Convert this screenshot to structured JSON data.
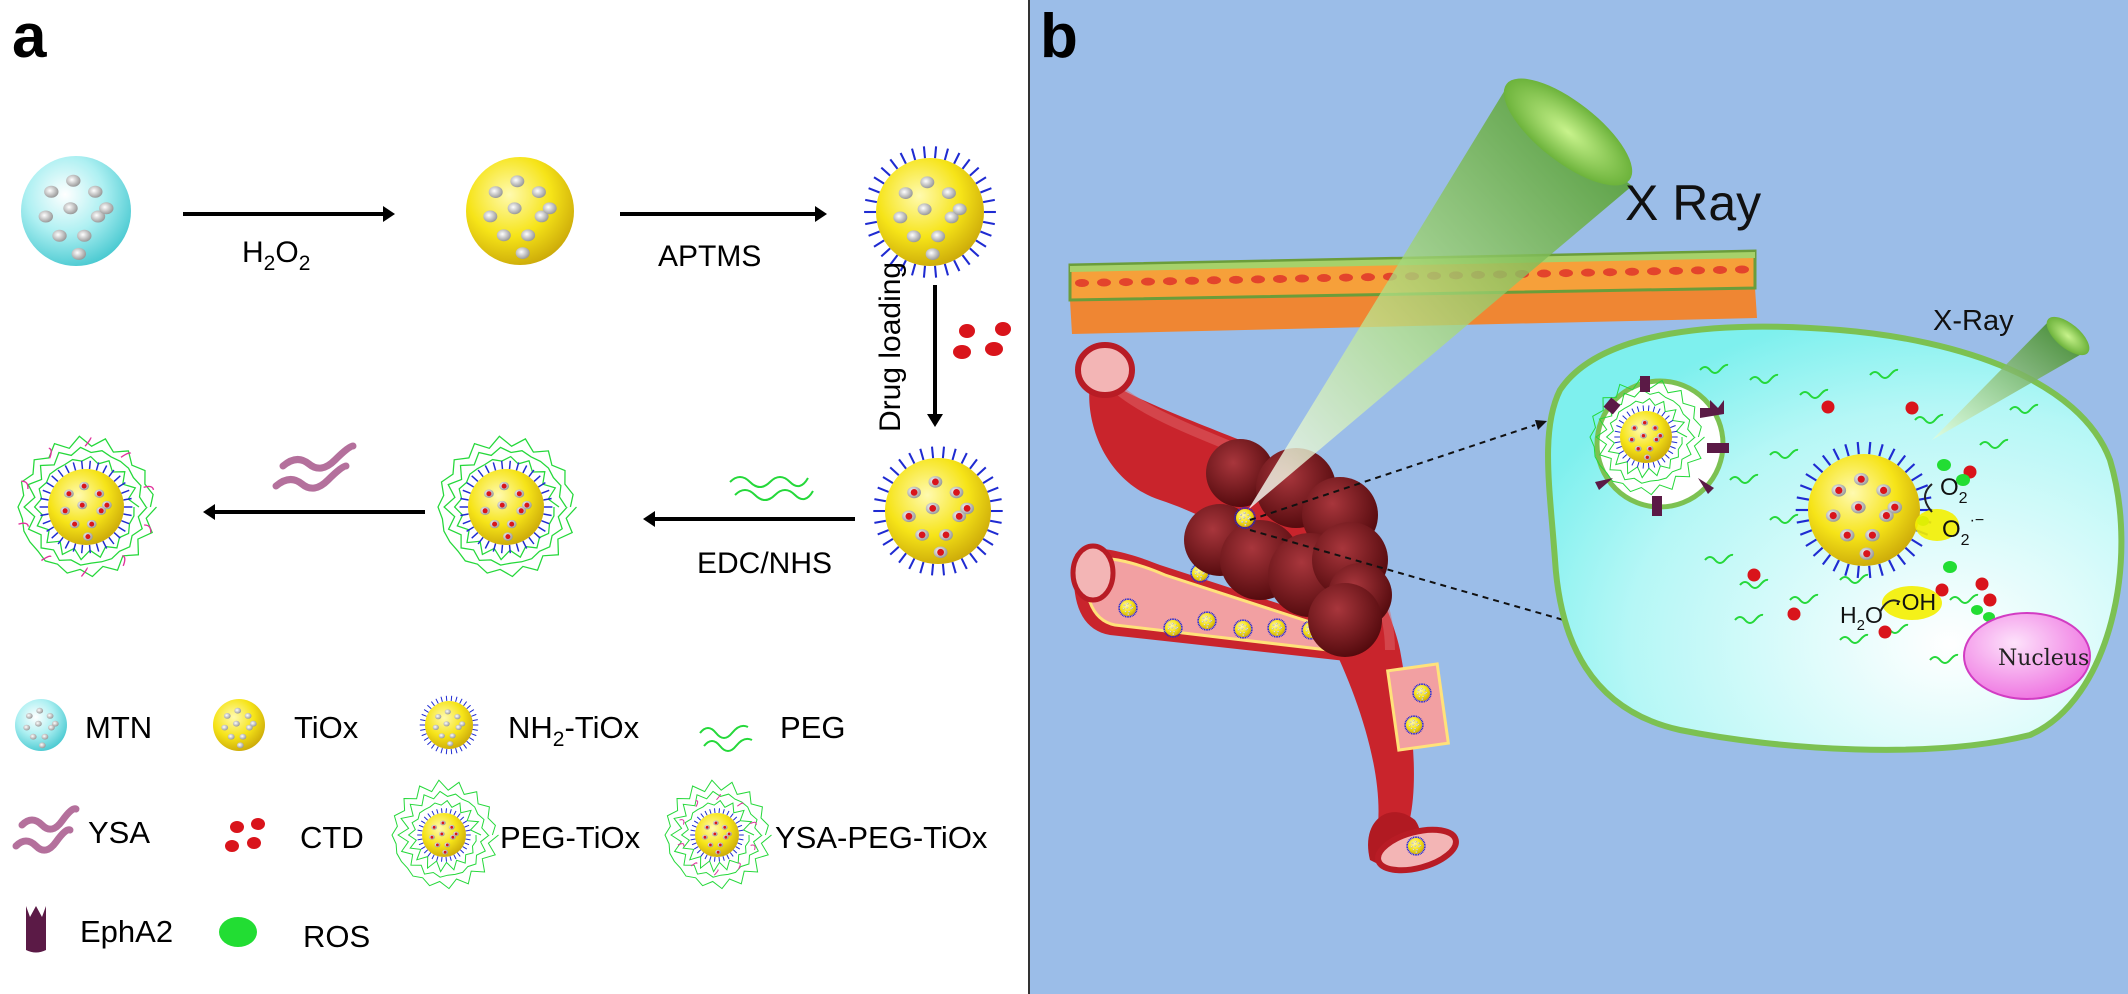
{
  "panels": {
    "a": "a",
    "b": "b"
  },
  "steps": {
    "h2o2": {
      "base": "H",
      "sub1": "2",
      "mid": "O",
      "sub2": "2"
    },
    "aptms": "APTMS",
    "drug_loading": "Drug loading",
    "edc_nhs": "EDC/NHS"
  },
  "legend": {
    "mtn": "MTN",
    "tiox": "TiOx",
    "nh2_tiox": {
      "pre": "NH",
      "sub": "2",
      "post": "-TiOx"
    },
    "peg": "PEG",
    "ysa": "YSA",
    "ctd": "CTD",
    "peg_tiox": "PEG-TiOx",
    "ysa_peg_tiox": "YSA-PEG-TiOx",
    "epha2": "EphA2",
    "ros": "ROS"
  },
  "panel_b": {
    "xray_big": "X Ray",
    "xray_small": "X-Ray",
    "nucleus": "Nucleus",
    "o2": {
      "base": "O",
      "sub": "2"
    },
    "o2_radical": {
      "base": "O",
      "sub": "2",
      "sup": "·−"
    },
    "oh": "·OH",
    "h2o": {
      "base": "H",
      "sub": "2",
      "post": "O"
    }
  },
  "colors": {
    "mtn": "#8fe3e6",
    "tiox": "#f3e21a",
    "amine": "#1f2bd1",
    "peg": "#25d83a",
    "ysa": "#b4709c",
    "ctd": "#d9141b",
    "epha2": "#5b1a46",
    "ros": "#22dd33",
    "panel_b_bg": "#9bbde8",
    "vessel": "#c9242c",
    "tumor": "#7a0c12",
    "cell": "#bff5f5",
    "nucleus": "#f39be9",
    "skin": "#ef8633"
  }
}
